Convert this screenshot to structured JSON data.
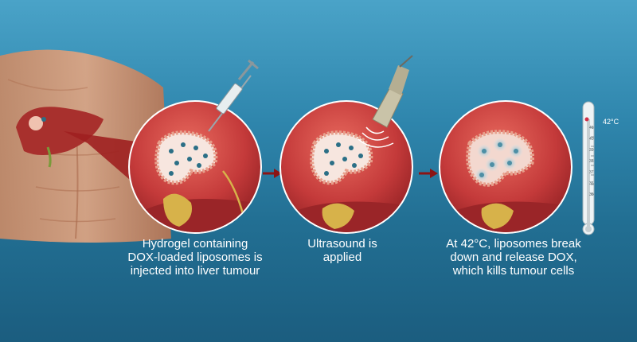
{
  "steps": [
    {
      "caption": "Hydrogel containing DOX-loaded liposomes is injected into liver tumour"
    },
    {
      "caption": "Ultrasound is applied"
    },
    {
      "caption": "At 42°C, liposomes break down and release DOX, which kills tumour cells"
    }
  ],
  "thermometer": {
    "label": "42°C",
    "scale": [
      "41",
      "40",
      "39",
      "38",
      "37",
      "36",
      "35"
    ]
  },
  "colors": {
    "background_top": "#4aa3c8",
    "background_bottom": "#1b5d7f",
    "tissue": "#c43a3a",
    "tumour": "#f3c8b8",
    "drug_dot": "#2b6f86",
    "arrow": "#8b1414"
  }
}
